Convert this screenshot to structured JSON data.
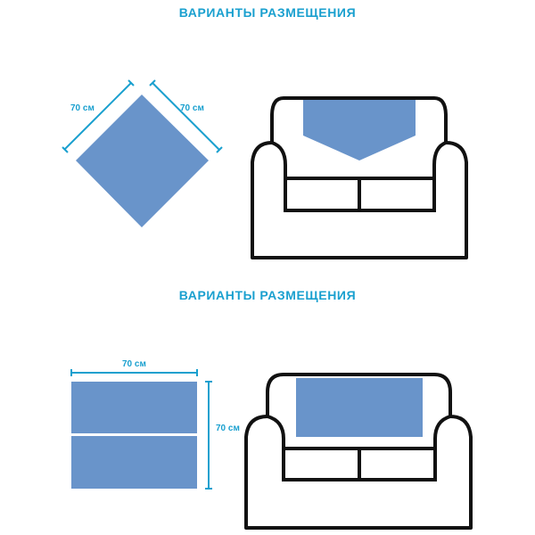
{
  "section_top": {
    "heading": "ВАРИАНТЫ РАЗМЕЩЕНИЯ",
    "dim_left": "70 см",
    "dim_right": "70 см"
  },
  "section_bottom": {
    "heading": "ВАРИАНТЫ РАЗМЕЩЕНИЯ",
    "dim_top": "70 см",
    "dim_side": "70 см"
  },
  "colors": {
    "accent": "#1aa0cf",
    "fabric": "#6994ca",
    "outline": "#111111"
  }
}
